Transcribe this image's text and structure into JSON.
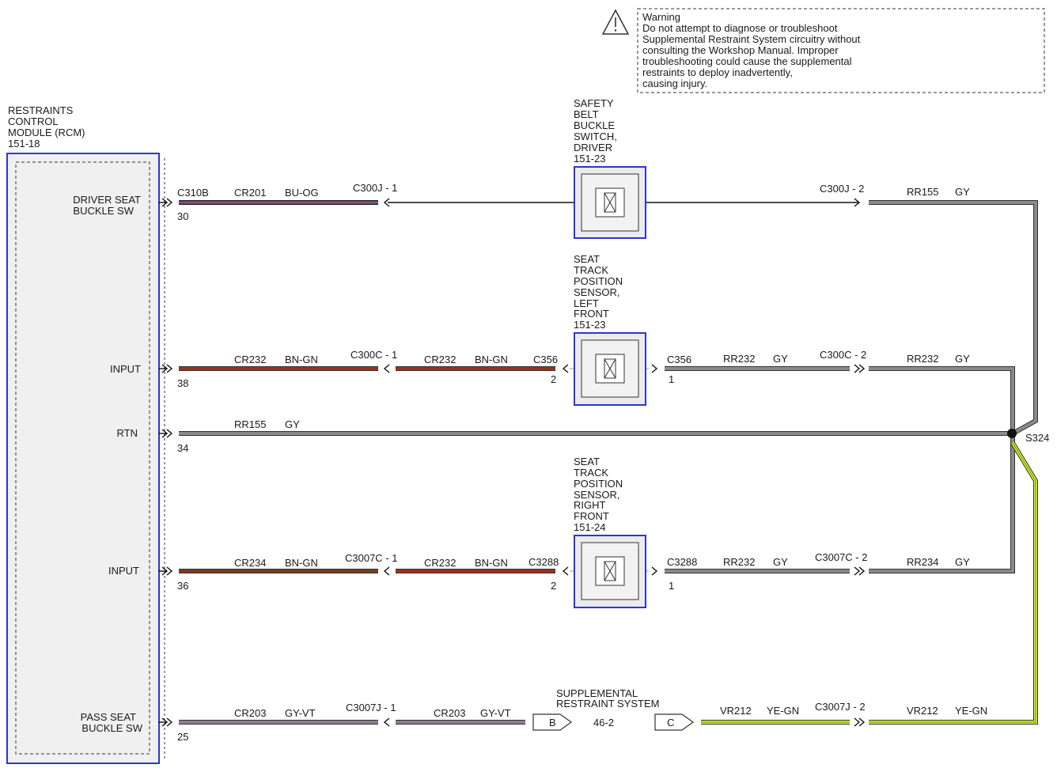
{
  "warning": {
    "lines": [
      "Warning",
      "Do not attempt to diagnose or troubleshoot",
      "Supplemental Restraint System circuitry without",
      "consulting the Workshop Manual. Improper",
      "troubleshooting could cause the supplemental",
      "restraints to deploy inadvertently,",
      "causing injury."
    ],
    "icon": "warning-triangle-icon"
  },
  "rcm": {
    "lines": [
      "RESTRAINTS",
      "CONTROL",
      "MODULE (RCM)",
      "151-18"
    ],
    "connector": "C310B",
    "pins": [
      {
        "label_lines": [
          "DRIVER SEAT",
          "BUCKLE SW"
        ],
        "pin": "30"
      },
      {
        "label_lines": [
          "INPUT"
        ],
        "pin": "38"
      },
      {
        "label_lines": [
          "RTN"
        ],
        "pin": "34"
      },
      {
        "label_lines": [
          "INPUT"
        ],
        "pin": "36"
      },
      {
        "label_lines": [
          "PASS SEAT",
          "BUCKLE SW"
        ],
        "pin": "25"
      }
    ]
  },
  "components": [
    {
      "lines": [
        "SAFETY",
        "BELT",
        "BUCKLE",
        "SWITCH,",
        "DRIVER",
        "151-23"
      ]
    },
    {
      "lines": [
        "SEAT",
        "TRACK",
        "POSITION",
        "SENSOR,",
        "LEFT",
        "FRONT",
        "151-23"
      ]
    },
    {
      "lines": [
        "SEAT",
        "TRACK",
        "POSITION",
        "SENSOR,",
        "RIGHT",
        "FRONT",
        "151-24"
      ]
    }
  ],
  "srs": {
    "lines": [
      "SUPPLEMENTAL",
      "RESTRAINT SYSTEM"
    ],
    "ref": "46-2",
    "left_tag": "B",
    "right_tag": "C"
  },
  "splice": "S324",
  "row1": {
    "circuit_a": "CR201",
    "color_a": "BU-OG",
    "inline_left": "C300J - 1",
    "inline_right": "C300J - 2",
    "circuit_b": "RR155",
    "color_b": "GY"
  },
  "row2": {
    "circuit_a": "CR232",
    "color_a": "BN-GN",
    "inline_left": "C300C - 1",
    "circuit_b": "CR232",
    "color_b": "BN-GN",
    "conn_left": "C356",
    "conn_left_pin": "2",
    "conn_right": "C356",
    "conn_right_pin": "1",
    "circuit_c": "RR232",
    "color_c": "GY",
    "inline_right": "C300C - 2",
    "circuit_d": "RR232",
    "color_d": "GY"
  },
  "row3": {
    "circuit_a": "RR155",
    "color_a": "GY"
  },
  "row4": {
    "circuit_a": "CR234",
    "color_a": "BN-GN",
    "inline_left": "C3007C - 1",
    "circuit_b": "CR232",
    "color_b": "BN-GN",
    "conn_left": "C3288",
    "conn_left_pin": "2",
    "conn_right": "C3288",
    "conn_right_pin": "1",
    "circuit_c": "RR232",
    "color_c": "GY",
    "inline_right": "C3007C - 2",
    "circuit_d": "RR234",
    "color_d": "GY"
  },
  "row5": {
    "circuit_a": "CR203",
    "color_a": "GY-VT",
    "inline_left": "C3007J - 1",
    "circuit_b": "CR203",
    "color_b": "GY-VT",
    "circuit_c": "VR212",
    "color_c": "YE-GN",
    "inline_right": "C3007J - 2",
    "circuit_d": "VR212",
    "color_d": "YE-GN"
  },
  "colors": {
    "wire_blue": "#3b33c8",
    "wire_red_brown": "#9a3020",
    "wire_brown": "#7a3a22",
    "wire_gray": "#7a7a7a",
    "wire_gray_violet": "#8a7f8c",
    "wire_yellow": "#e3ee1a",
    "module_border": "#2f34d6"
  }
}
